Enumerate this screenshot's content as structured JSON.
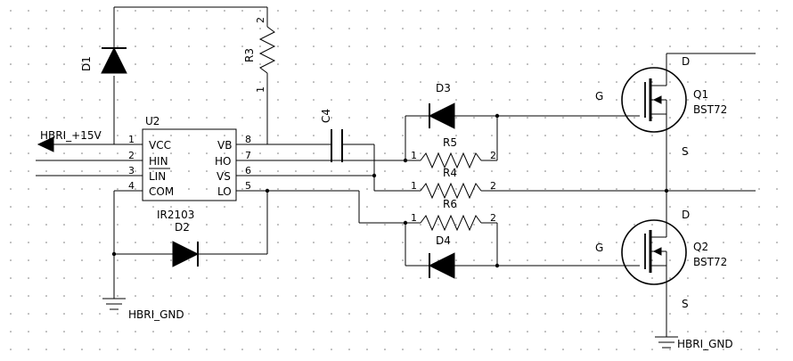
{
  "ic": {
    "ref": "U2",
    "part": "IR2103",
    "left_pins": [
      {
        "num": "1",
        "name": "VCC"
      },
      {
        "num": "2",
        "name": "HIN"
      },
      {
        "num": "3",
        "name": "LIN"
      },
      {
        "num": "4",
        "name": "COM"
      }
    ],
    "right_pins": [
      {
        "num": "8",
        "name": "VB"
      },
      {
        "num": "7",
        "name": "HO"
      },
      {
        "num": "6",
        "name": "VS"
      },
      {
        "num": "5",
        "name": "LO"
      }
    ]
  },
  "nets": {
    "supply": "HBRI_+15V",
    "gnd_left": "HBRI_GND",
    "gnd_right": "HBRI_GND"
  },
  "parts": {
    "d1": "D1",
    "d2": "D2",
    "d3": "D3",
    "d4": "D4",
    "r3": "R3",
    "r3_pin1": "1",
    "r3_pin2": "2",
    "c4": "C4",
    "r5": "R5",
    "r4": "R4",
    "r6": "R6",
    "res_pin1": "1",
    "res_pin2": "2"
  },
  "mosfets": [
    {
      "ref": "Q1",
      "part": "BST72",
      "g": "G",
      "d": "D",
      "s": "S"
    },
    {
      "ref": "Q2",
      "part": "BST72",
      "g": "G",
      "d": "D",
      "s": "S"
    }
  ]
}
